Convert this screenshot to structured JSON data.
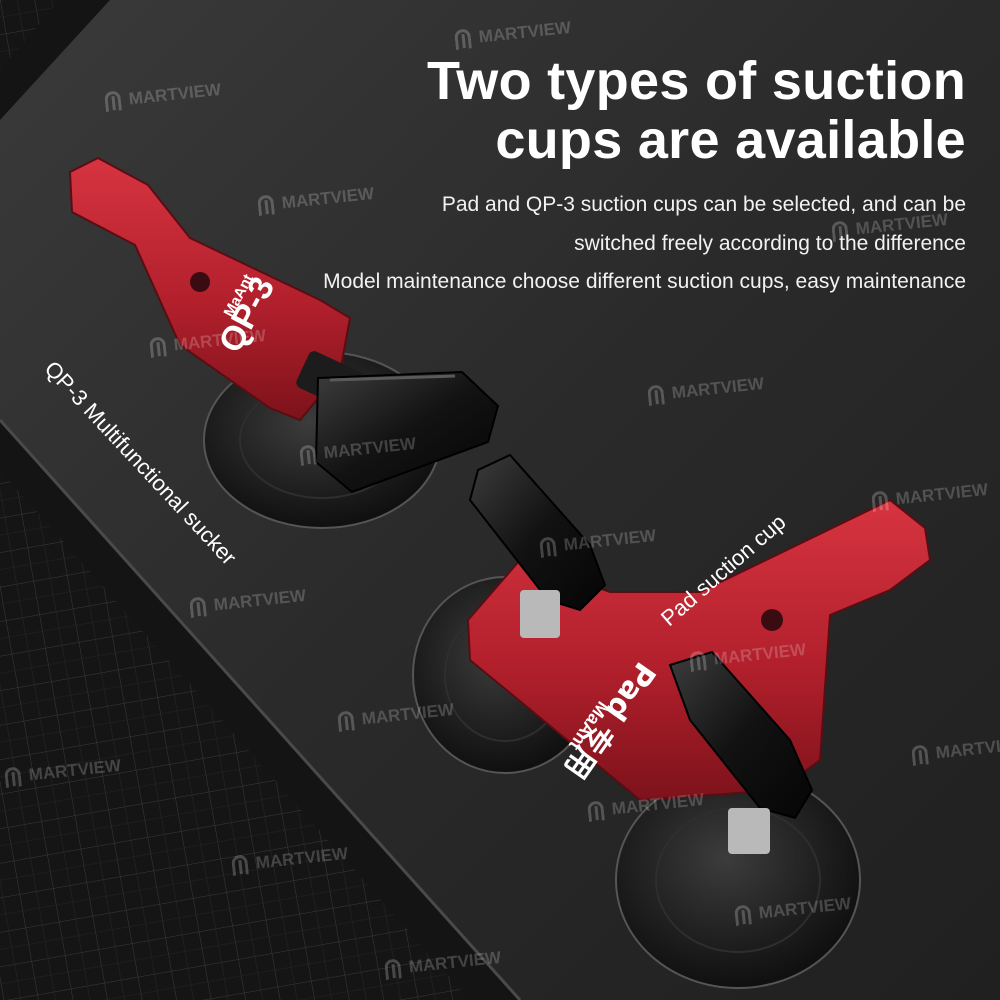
{
  "headline": {
    "line1": "Two types of suction",
    "line2": "cups are available"
  },
  "description": {
    "line1": "Pad and QP-3 suction cups can be selected, and can be",
    "line2": "switched freely according to the difference",
    "line3": "Model maintenance choose different suction cups, easy maintenance"
  },
  "labels": {
    "qp3_callout": "QP-3 Multifunctional sucker",
    "pad_callout": "Pad suction cup"
  },
  "product_marks": {
    "qp3_model": "QP-3",
    "qp3_brand": "MaAnt",
    "pad_model": "Pad 专用",
    "pad_brand": "MaAnt"
  },
  "watermark": {
    "text": "MARTVIEW",
    "icon": "martview-m-logo-icon"
  },
  "colors": {
    "background": "#151515",
    "mat": "#2b2b2b",
    "tool_red": "#b2202c",
    "text": "#ffffff"
  }
}
